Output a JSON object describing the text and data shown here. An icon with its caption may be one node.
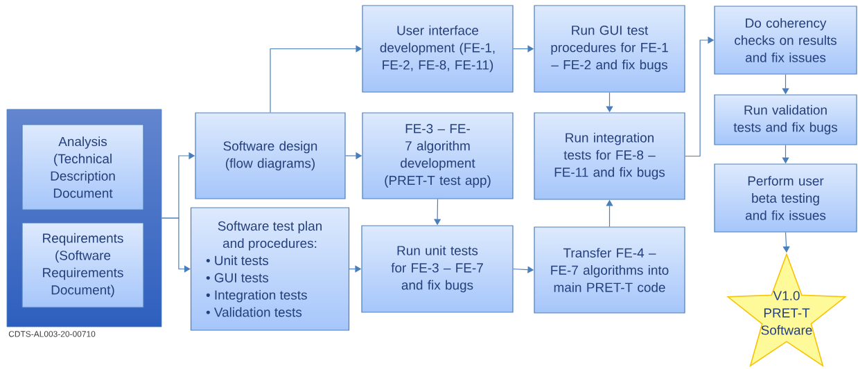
{
  "diagram": {
    "nodes": [
      {
        "text": [],
        "shape": "box"
      },
      {
        "text": [
          "Analysis (Technical Description Document"
        ],
        "in": 0
      },
      {
        "text": [
          "Requirements (Software Requirements Document)"
        ],
        "in": 0
      },
      {
        "text": [
          "Software design (flow diagrams)"
        ]
      },
      {
        "text": [
          "Software test plan and procedures:",
          "• Unit tests",
          "• GUI tests",
          "• Integration tests",
          "• Validation tests"
        ]
      },
      {
        "text": [
          "User interface development (FE-1, FE-2, FE-8, FE-11)"
        ]
      },
      {
        "text": [
          "FE-3 – FE-7 algorithm development (PRET-T test app)"
        ]
      },
      {
        "text": [
          "Run unit tests for FE-3 – FE-7 and fix bugs"
        ]
      },
      {
        "text": [
          "Run GUI test procedures for FE-1 – FE-2 and fix bugs"
        ]
      },
      {
        "text": [
          "Run integration tests for FE-8 – FE-11 and fix bugs"
        ]
      },
      {
        "text": [
          "Transfer FE-4 – FE-7 algorithms into main PRET-T code"
        ]
      },
      {
        "text": [
          "Do coherency checks on results and fix issues"
        ]
      },
      {
        "text": [
          "Run validation tests and fix bugs"
        ]
      },
      {
        "text": [
          "Perform user beta testing and fix issues"
        ]
      },
      {
        "text": [
          "V1.0 PRET-T Software"
        ]
      }
    ],
    "edges": [
      {
        "from": 0,
        "to": 3,
        "arrow": "to"
      },
      {
        "from": 0,
        "to": 4,
        "arrow": "to"
      },
      {
        "from": 3,
        "to": 5,
        "arrow": "to"
      },
      {
        "from": 3,
        "to": 6,
        "arrow": "to"
      },
      {
        "from": 4,
        "to": 7,
        "arrow": "to"
      },
      {
        "from": 6,
        "to": 7,
        "arrow": "to"
      },
      {
        "from": 5,
        "to": 8,
        "arrow": "to"
      },
      {
        "from": 8,
        "to": 9,
        "arrow": "to"
      },
      {
        "from": 7,
        "to": 10,
        "arrow": "to"
      },
      {
        "from": 10,
        "to": 9,
        "arrow": "to"
      },
      {
        "from": 9,
        "to": 11,
        "arrow": "to"
      },
      {
        "from": 11,
        "to": 12,
        "arrow": "to"
      },
      {
        "from": 12,
        "to": 13,
        "arrow": "to"
      },
      {
        "from": 13,
        "to": 14,
        "arrow": "to"
      }
    ],
    "labels": [
      "CDTS-AL003-20-00710"
    ]
  }
}
